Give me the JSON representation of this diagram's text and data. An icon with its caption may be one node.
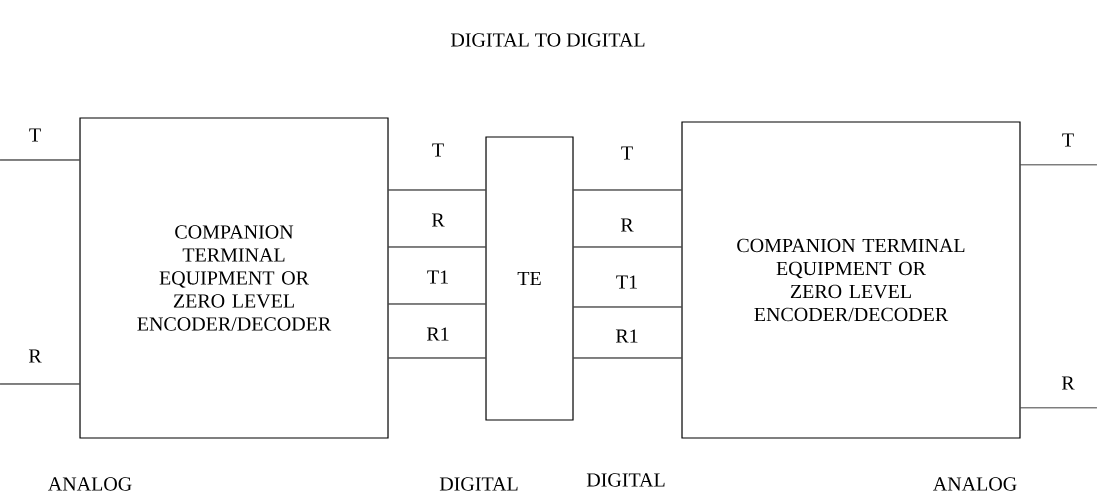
{
  "diagram": {
    "title": "DIGITAL TO DIGITAL",
    "nodes": [
      {
        "text": [
          "COMPANION TERMINAL EQUIPMENT OR ZERO LEVEL ENCODER/DECODER"
        ]
      },
      {
        "text": [
          "TE"
        ]
      },
      {
        "text": [
          "COMPANION TERMINAL EQUIPMENT OR ZERO LEVEL ENCODER/DECODER"
        ]
      }
    ],
    "edges": [
      {
        "from": null,
        "to": 0,
        "arrow": "none",
        "label": "T"
      },
      {
        "from": null,
        "to": 0,
        "arrow": "none",
        "label": "R"
      },
      {
        "from": 0,
        "to": 1,
        "arrow": "none",
        "label": "T"
      },
      {
        "from": 0,
        "to": 1,
        "arrow": "none",
        "label": "R"
      },
      {
        "from": 0,
        "to": 1,
        "arrow": "none",
        "label": "T1"
      },
      {
        "from": 0,
        "to": 1,
        "arrow": "none",
        "label": "R1"
      },
      {
        "from": 1,
        "to": 2,
        "arrow": "none",
        "label": "T"
      },
      {
        "from": 1,
        "to": 2,
        "arrow": "none",
        "label": "R"
      },
      {
        "from": 1,
        "to": 2,
        "arrow": "none",
        "label": "T1"
      },
      {
        "from": 1,
        "to": 2,
        "arrow": "none",
        "label": "R1"
      },
      {
        "from": 2,
        "to": null,
        "arrow": "none",
        "label": "T"
      },
      {
        "from": 2,
        "to": null,
        "arrow": "none",
        "label": "R"
      }
    ],
    "labels": [
      "ANALOG",
      "DIGITAL",
      "DIGITAL",
      "ANALOG"
    ]
  }
}
